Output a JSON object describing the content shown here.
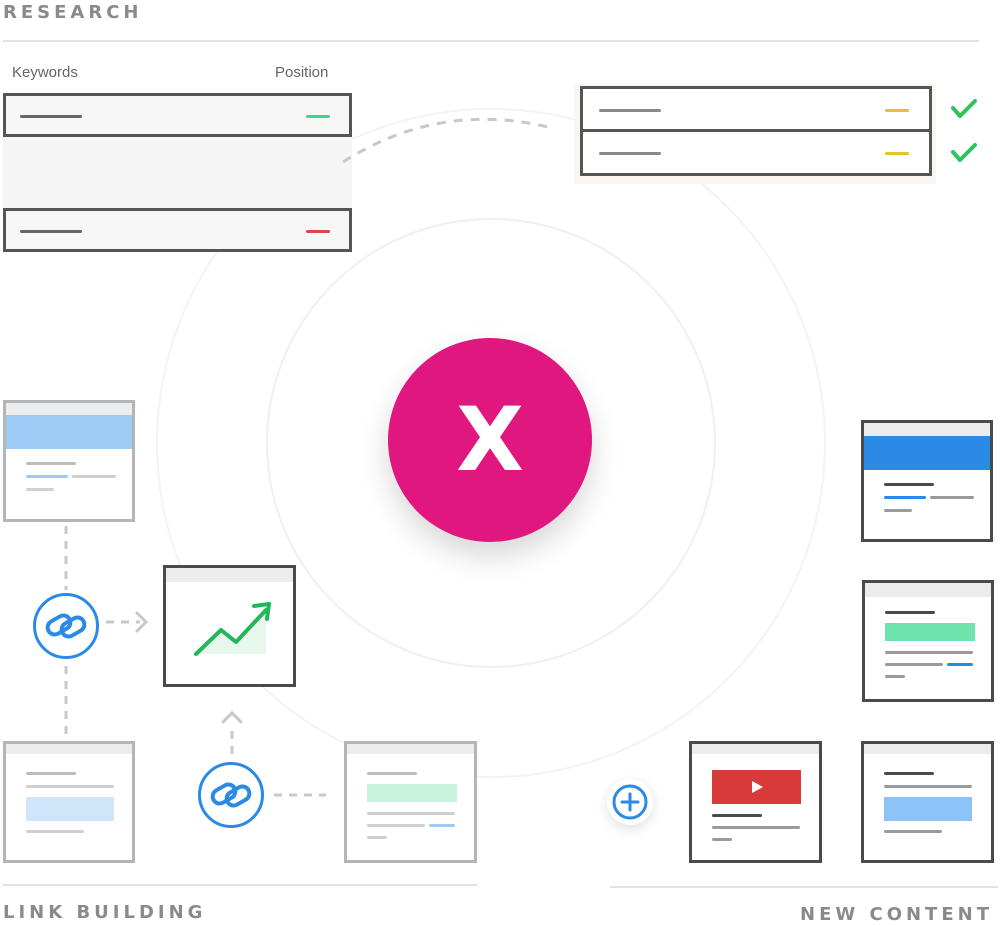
{
  "sections": {
    "research": "RESEARCH",
    "link_building": "LINK BUILDING",
    "new_content": "NEW CONTENT"
  },
  "research_table": {
    "col_keywords": "Keywords",
    "col_position": "Position"
  },
  "hub": {
    "label": "X",
    "color": "#e0177e"
  },
  "colors": {
    "accent_blue": "#2b8ae6",
    "check_green": "#2fc35f",
    "trend_green": "#20b859",
    "position_up": "#3fd58a",
    "position_down": "#e04646",
    "position_neutral": "#e8c030",
    "video_red": "#d93b3b"
  },
  "icons": {
    "link": "link-icon",
    "add": "plus-icon",
    "check": "check-icon",
    "trend": "trend-up-icon",
    "play": "play-icon"
  }
}
